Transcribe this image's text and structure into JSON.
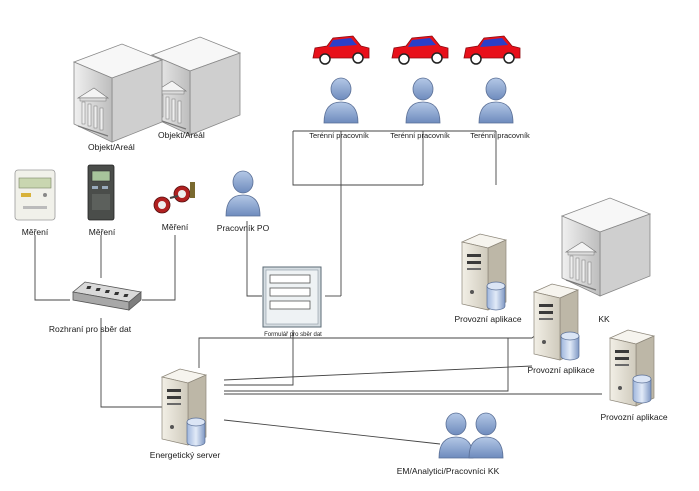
{
  "labels": {
    "objekt_front": "Objekt/Areál",
    "objekt_back": "Objekt/Areál",
    "terenni_1": "Terénní pracovník",
    "terenni_2": "Terénní pracovník",
    "terenni_3": "Terénní pracovník",
    "mereni_1": "Měření",
    "mereni_2": "Měření",
    "mereni_3": "Měření",
    "pracovnik_po": "Pracovník PO",
    "rozhrani": "Rozhraní pro sběr dat",
    "formular": "Formulář pro sběr dat",
    "provozni_1": "Provozní aplikace",
    "provozni_2": "Provozní aplikace",
    "provozni_3": "Provozní aplikace",
    "kk": "KK",
    "energeticky_server": "Energetický server",
    "em_analytici": "EM/Analytici/Pracovníci KK"
  },
  "colors": {
    "line": "#444444",
    "person": "#8ea8d0",
    "car_body": "#e8101a",
    "car_roof": "#2b3fc9",
    "building": "#e4e4e4",
    "server": "#e6e2d6"
  },
  "icons": {
    "building": "building-icon",
    "car": "car-icon",
    "person": "person-icon",
    "meter": "meter-icon",
    "server": "server-icon",
    "hub": "hub-icon",
    "form": "form-icon"
  }
}
